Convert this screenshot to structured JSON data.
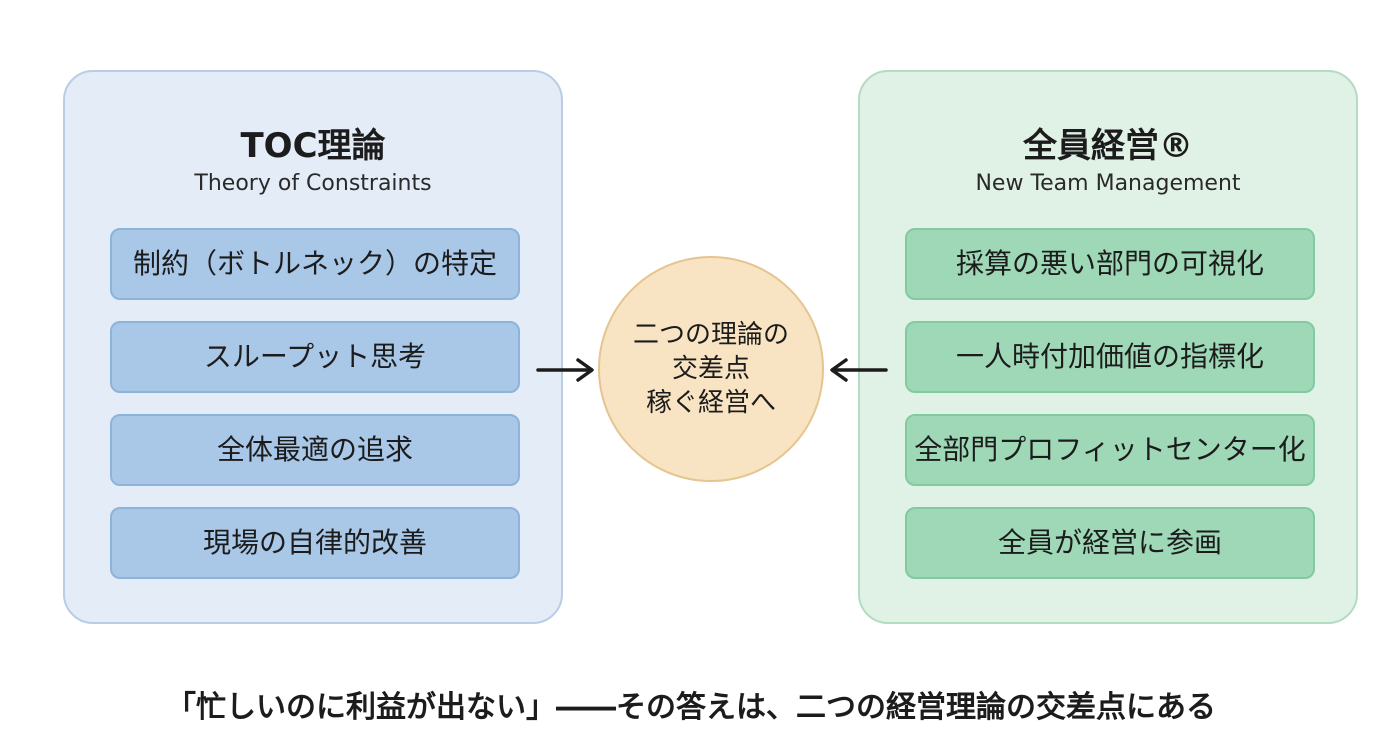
{
  "left_panel": {
    "title": "TOC理論",
    "subtitle": "Theory of Constraints",
    "items": [
      {
        "label": "制約（ボトルネック）の特定"
      },
      {
        "label": "スループット思考"
      },
      {
        "label": "全体最適の追求"
      },
      {
        "label": "現場の自律的改善"
      }
    ]
  },
  "right_panel": {
    "title": "全員経営®",
    "subtitle": "New Team Management",
    "items": [
      {
        "label": "採算の悪い部門の可視化"
      },
      {
        "label": "一人時付加価値の指標化"
      },
      {
        "label": "全部門プロフィットセンター化"
      },
      {
        "label": "全員が経営に参画"
      }
    ]
  },
  "center": {
    "lines": [
      "二つの理論の",
      "交差点",
      "稼ぐ経営へ"
    ]
  },
  "caption": "「忙しいのに利益が出ない」――その答えは、二つの経営理論の交差点にある",
  "colors": {
    "left_panel_bg": "#e3ecf7",
    "left_item_bg": "#a9c7e7",
    "right_panel_bg": "#e0f2e6",
    "right_item_bg": "#9fd8b7",
    "center_bg": "#f8e4c2",
    "arrow": "#1c1c1c"
  }
}
